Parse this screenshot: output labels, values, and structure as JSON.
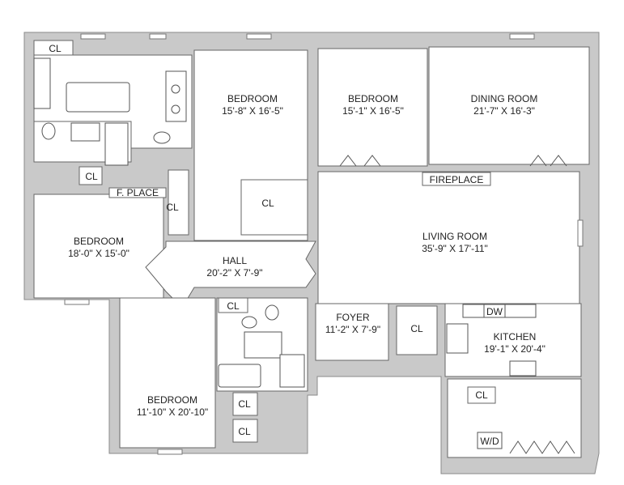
{
  "rooms": {
    "bedroom_upper_mid": {
      "name": "BEDROOM",
      "dims": "15'-8\" X 16'-5\""
    },
    "bedroom_upper_right": {
      "name": "BEDROOM",
      "dims": "15'-1\" X 16'-5\""
    },
    "dining_room": {
      "name": "DINING ROOM",
      "dims": "21'-7\" X 16'-3\""
    },
    "bedroom_left": {
      "name": "BEDROOM",
      "dims": "18'-0\" X 15'-0\""
    },
    "hall": {
      "name": "HALL",
      "dims": "20'-2\" X 7'-9\""
    },
    "living_room": {
      "name": "LIVING ROOM",
      "dims": "35'-9\" X 17'-11\""
    },
    "foyer": {
      "name": "FOYER",
      "dims": "11'-2\" X 7'-9\""
    },
    "kitchen": {
      "name": "KITCHEN",
      "dims": "19'-1\" X 20'-4\""
    },
    "bedroom_lower": {
      "name": "BEDROOM",
      "dims": "11'-10\" X 20'-10\""
    }
  },
  "labels": {
    "closet": "CL",
    "fireplace": "FIREPLACE",
    "fplace": "F. PLACE",
    "dishwasher": "DW",
    "washer_dryer": "W/D"
  },
  "colors": {
    "wall": "#c9c9c9",
    "outline": "#666666"
  }
}
